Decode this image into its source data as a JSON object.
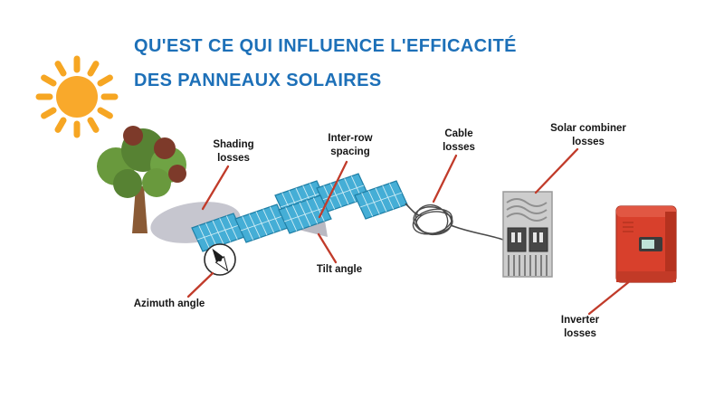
{
  "title": {
    "line1": "QU'EST CE QUI INFLUENCE L'EFFICACITÉ",
    "line2": "DES PANNEAUX SOLAIRES"
  },
  "labels": {
    "shading": "Shading losses",
    "inter_row": "Inter-row spacing",
    "cable": "Cable losses",
    "solar_combiner": "Solar combiner losses",
    "tilt": "Tilt angle",
    "azimuth": "Azimuth angle",
    "inverter": "Inverter losses"
  },
  "icons": {
    "sun": "sun-icon",
    "tree": "tree-icon",
    "solar_panels": "solar-array-icon",
    "compass": "compass-icon",
    "cable_coil": "cable-coil-icon",
    "combiner": "combiner-box-icon",
    "inverter": "inverter-box-icon"
  },
  "colors": {
    "title_blue": "#1d70b8",
    "connector_red": "#c13b2a",
    "panel_blue": "#45aed6",
    "sun_orange": "#f6a623",
    "inverter_red": "#d8402c",
    "shadow_gray": "#c6c6cf"
  }
}
